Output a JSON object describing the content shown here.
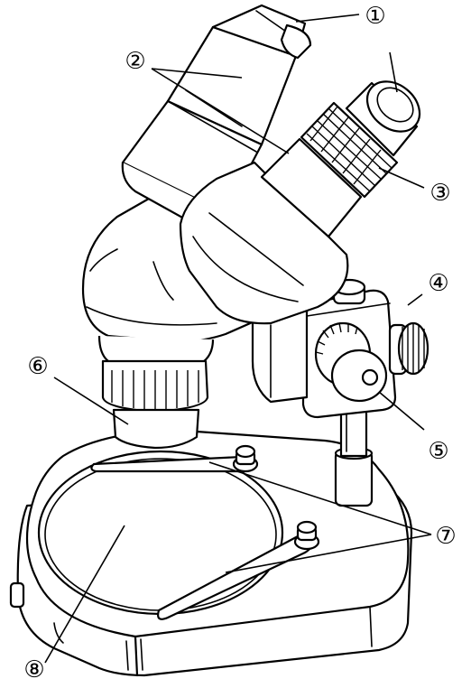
{
  "labels": [
    {
      "id": "1",
      "text": "①"
    },
    {
      "id": "2",
      "text": "②"
    },
    {
      "id": "3",
      "text": "③"
    },
    {
      "id": "4",
      "text": "④"
    },
    {
      "id": "5",
      "text": "⑤"
    },
    {
      "id": "6",
      "text": "⑥"
    },
    {
      "id": "7",
      "text": "⑦"
    },
    {
      "id": "8",
      "text": "⑧"
    }
  ]
}
